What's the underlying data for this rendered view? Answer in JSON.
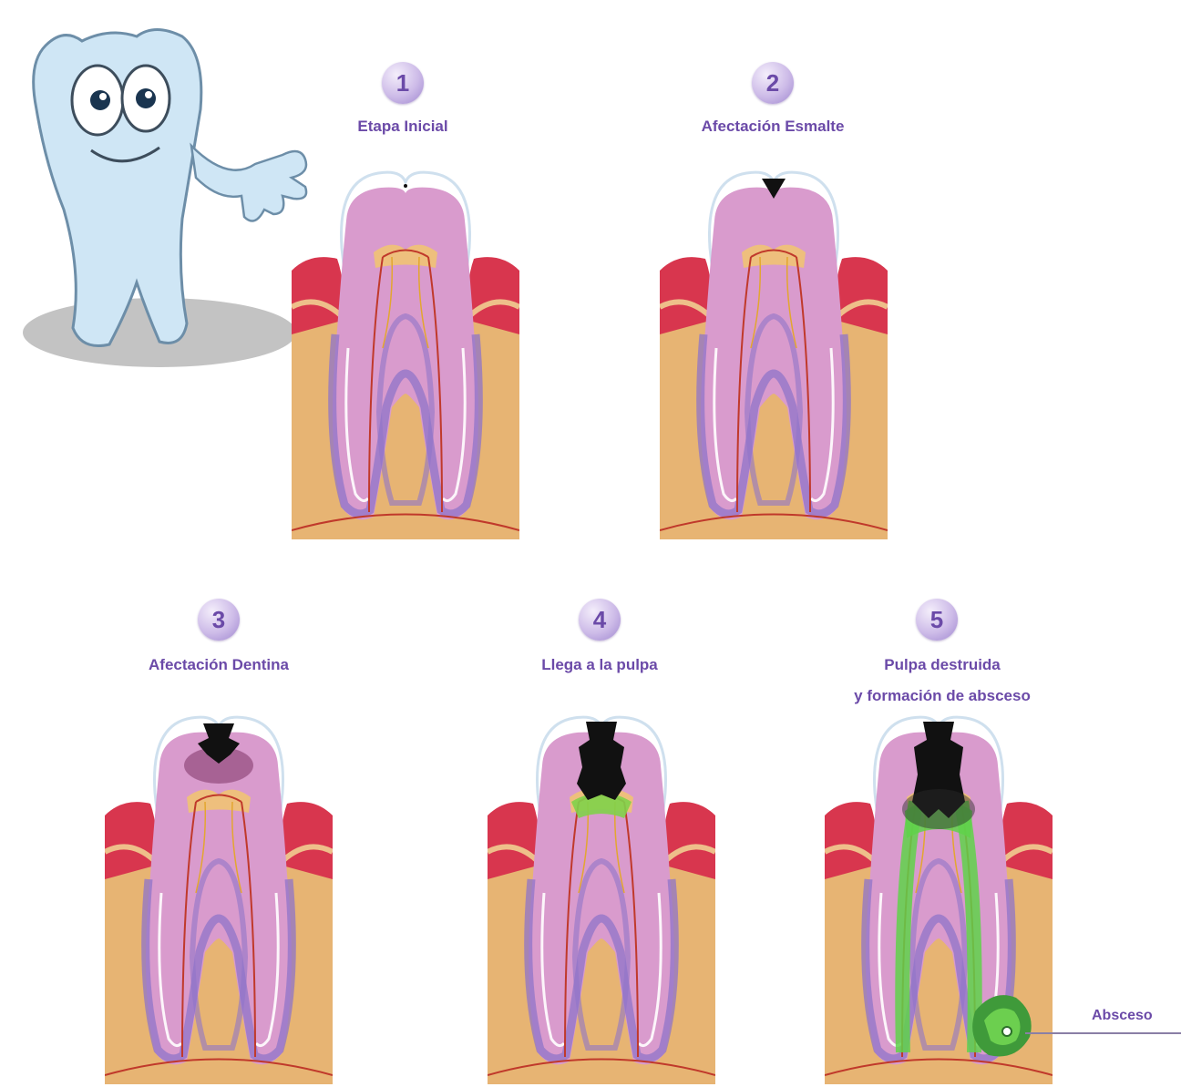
{
  "stages": [
    {
      "number": "1",
      "label": "Etapa Inicial"
    },
    {
      "number": "2",
      "label": "Afectación Esmalte"
    },
    {
      "number": "3",
      "label": "Afectación Dentina"
    },
    {
      "number": "4",
      "label": "Llega a la pulpa"
    },
    {
      "number": "5",
      "label_line1": "Pulpa destruida",
      "label_line2": "y formación de absceso"
    }
  ],
  "abscess_label": "Absceso",
  "colors": {
    "label_text": "#6b4aa8",
    "gum": "#d8364e",
    "bone": "#e7b473",
    "dentin": "#d99bcd",
    "enamel": "#ffffff",
    "pulp_outline": "#8f74c8",
    "nerve": "#c0392b",
    "decay": "#111111",
    "infection": "#5fd24a"
  },
  "icons": {
    "mascot": "tooth-mascot-icon"
  }
}
